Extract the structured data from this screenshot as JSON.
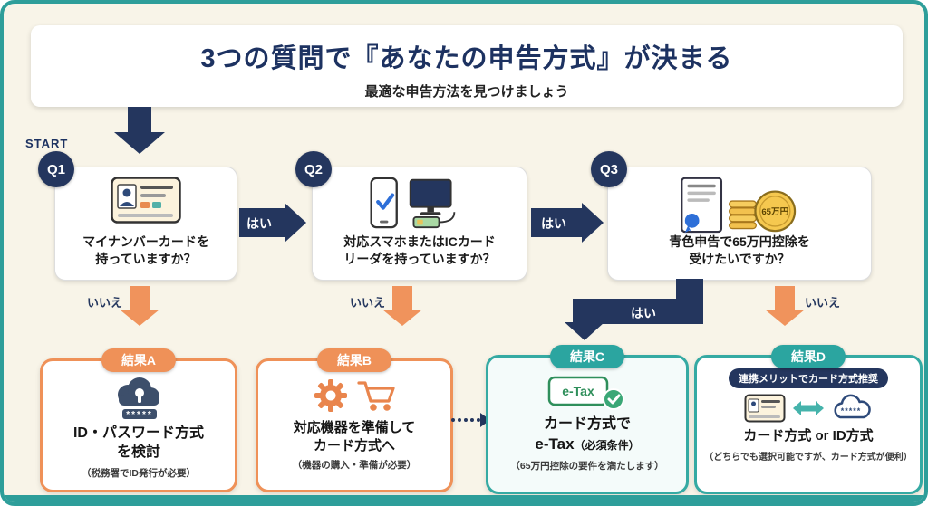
{
  "header": {
    "title": "3つの質問で『あなたの申告方式』が決まる",
    "subtitle": "最適な申告方法を見つけましょう"
  },
  "flow": {
    "start_label": "START",
    "yes_label": "はい",
    "no_label": "いいえ",
    "questions": [
      {
        "badge": "Q1",
        "line1": "マイナンバーカードを",
        "line2": "持っていますか？"
      },
      {
        "badge": "Q2",
        "line1": "対応スマホまたはICカード",
        "line2": "リーダを持っていますか？"
      },
      {
        "badge": "Q3",
        "line1": "青色申告で65万円控除を",
        "line2": "受けたいですか？"
      }
    ]
  },
  "results": [
    {
      "badge": "結果A",
      "line1": "ID・パスワード方式",
      "line2": "を検討",
      "note": "（税務署でID発行が必要）"
    },
    {
      "badge": "結果B",
      "line1": "対応機器を準備して",
      "line2": "カード方式へ",
      "note": "（機器の購入・準備が必要）"
    },
    {
      "badge": "結果C",
      "line1": "カード方式で",
      "line2": "e-Tax",
      "line2_sub": "（必須条件）",
      "note": "（65万円控除の要件を満たします）"
    },
    {
      "badge": "結果D",
      "banner": "連携メリットでカード方式推奨",
      "line1": "カード方式 or ID方式",
      "note": "（どちらでも選択可能ですが、カード方式が便利）"
    }
  ],
  "icons": {
    "coin_label": "65万円",
    "etax_label": "e-Tax",
    "password_mask": "*****"
  },
  "colors": {
    "navy": "#24365e",
    "orange": "#ef9158",
    "teal": "#2ba5a0",
    "cream": "#f8f4e8"
  }
}
